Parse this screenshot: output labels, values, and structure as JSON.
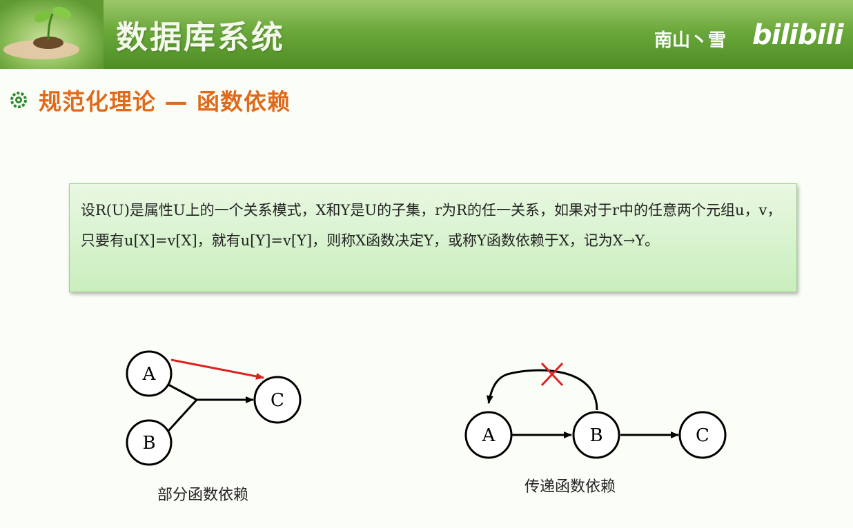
{
  "banner": {
    "title": "数据库系统",
    "user": "南山丶雪",
    "logo": "bilibili"
  },
  "heading": "规范化理论 — 函数依赖",
  "definition": "设R(U)是属性U上的一个关系模式，X和Y是U的子集，r为R的任一关系，如果对于r中的任意两个元组u，v，只要有u[X]=v[X]，就有u[Y]=v[Y]，则称X函数决定Y，或称Y函数依赖于X，记为X→Y。",
  "diagram_left": {
    "nodes": [
      "A",
      "B",
      "C"
    ],
    "caption": "部分函数依赖"
  },
  "diagram_right": {
    "nodes": [
      "A",
      "B",
      "C"
    ],
    "caption": "传递函数依赖"
  },
  "colors": {
    "banner_green": "#5e9a30",
    "heading_orange": "#e06a1a",
    "box_green": "#c9eebd",
    "arrow_red": "#e02020"
  }
}
